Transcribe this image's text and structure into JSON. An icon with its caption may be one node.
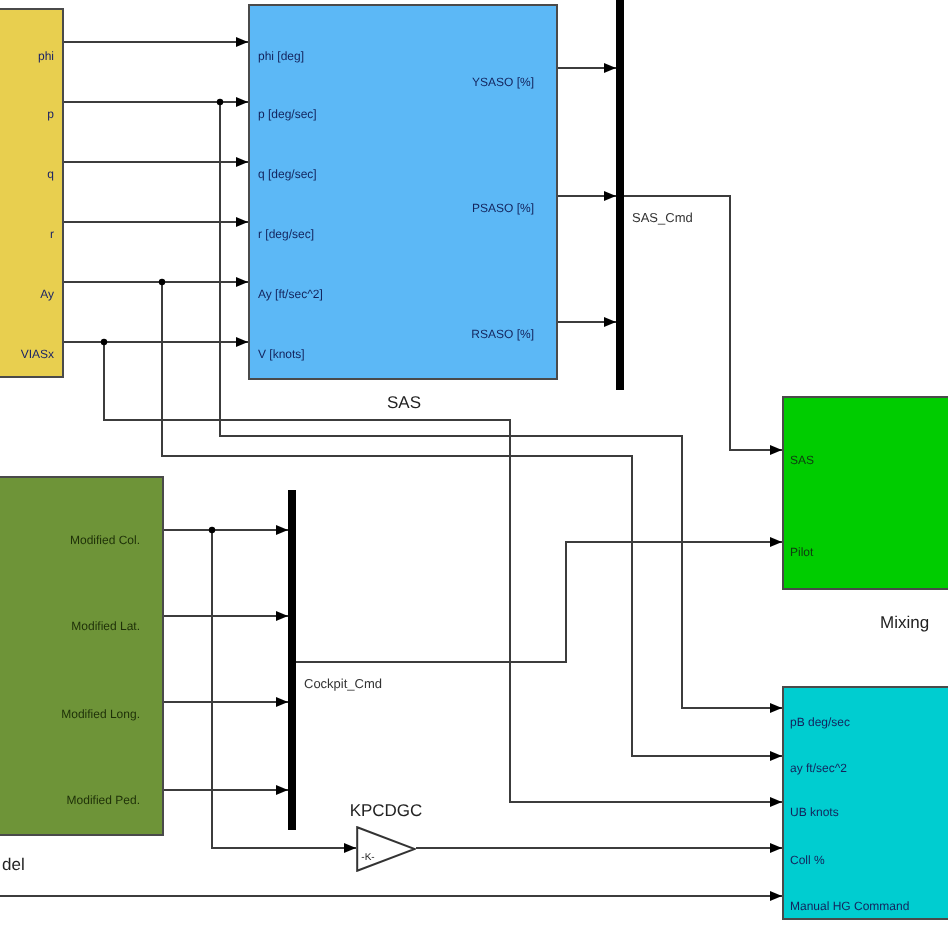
{
  "diagram": {
    "nodes": [
      {
        "text": [
          "phi",
          "p",
          "q",
          "r",
          "Ay",
          "VIASx"
        ]
      },
      {
        "text": [
          "phi [deg]",
          "p [deg/sec]",
          "q [deg/sec]",
          "r [deg/sec]",
          "Ay [ft/sec^2]",
          "V [knots]",
          "YSASO [%]",
          "PSASO [%]",
          "RSASO [%]"
        ],
        "beside": [
          "SAS"
        ]
      },
      {
        "text": [],
        "shape": "bar"
      },
      {
        "text": [
          "SAS",
          "Pilot"
        ],
        "beside": [
          "Mixing"
        ]
      },
      {
        "text": [
          "Modified Col.",
          "Modified Lat.",
          "Modified Long.",
          "Modified Ped."
        ],
        "beside": [
          "del"
        ]
      },
      {
        "text": [],
        "shape": "bar"
      },
      {
        "text": [
          "-K-"
        ],
        "beside": [
          "KPCDGC"
        ]
      },
      {
        "text": [
          "pB deg/sec",
          "ay ft/sec^2",
          "UB knots",
          "Coll %",
          "Manual HG Command"
        ]
      }
    ],
    "edges": [
      {
        "from": 0,
        "to": 1,
        "arrow": "to"
      },
      {
        "from": 0,
        "to": 1,
        "arrow": "to"
      },
      {
        "from": 0,
        "to": 1,
        "arrow": "to"
      },
      {
        "from": 0,
        "to": 1,
        "arrow": "to"
      },
      {
        "from": 0,
        "to": 1,
        "arrow": "to"
      },
      {
        "from": 0,
        "to": 1,
        "arrow": "to"
      },
      {
        "from": 1,
        "to": 2,
        "arrow": "to"
      },
      {
        "from": 1,
        "to": 2,
        "arrow": "to"
      },
      {
        "from": 1,
        "to": 2,
        "arrow": "to"
      },
      {
        "from": 2,
        "to": 3,
        "arrow": "to",
        "label": "SAS_Cmd"
      },
      {
        "from": 0,
        "to": 7,
        "arrow": "to"
      },
      {
        "from": 0,
        "to": 7,
        "arrow": "to"
      },
      {
        "from": 0,
        "to": 7,
        "arrow": "to"
      },
      {
        "from": 4,
        "to": 5,
        "arrow": "to"
      },
      {
        "from": 4,
        "to": 5,
        "arrow": "to"
      },
      {
        "from": 4,
        "to": 5,
        "arrow": "to"
      },
      {
        "from": 4,
        "to": 5,
        "arrow": "to"
      },
      {
        "from": 5,
        "to": 3,
        "arrow": "to",
        "label": "Cockpit_Cmd"
      },
      {
        "from": 4,
        "to": 6,
        "arrow": "to"
      },
      {
        "from": 6,
        "to": 7,
        "arrow": "to"
      },
      {
        "from": null,
        "to": 7,
        "arrow": "to"
      }
    ]
  }
}
